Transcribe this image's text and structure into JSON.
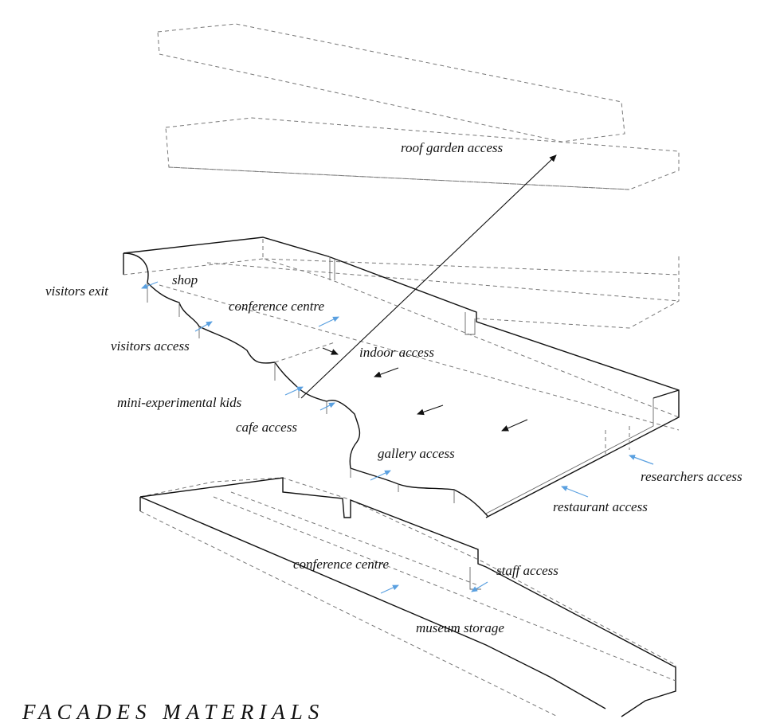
{
  "labels": {
    "roof_garden_access": "roof garden access",
    "visitors_exit": "visitors exit",
    "shop": "shop",
    "conference_centre_upper": "conference centre",
    "visitors_access": "visitors access",
    "indoor_access": "indoor access",
    "mini_experimental_kids": "mini-experimental kids",
    "cafe_access": "cafe access",
    "gallery_access": "gallery access",
    "researchers_access": "researchers access",
    "restaurant_access": "restaurant access",
    "conference_centre_lower": "conference centre",
    "staff_access": "staff access",
    "museum_storage": "museum storage"
  },
  "heading": "FACADES MATERIALS",
  "colors": {
    "line": "#111111",
    "dashed": "#777777",
    "access_arrow": "#5aa0e0"
  }
}
